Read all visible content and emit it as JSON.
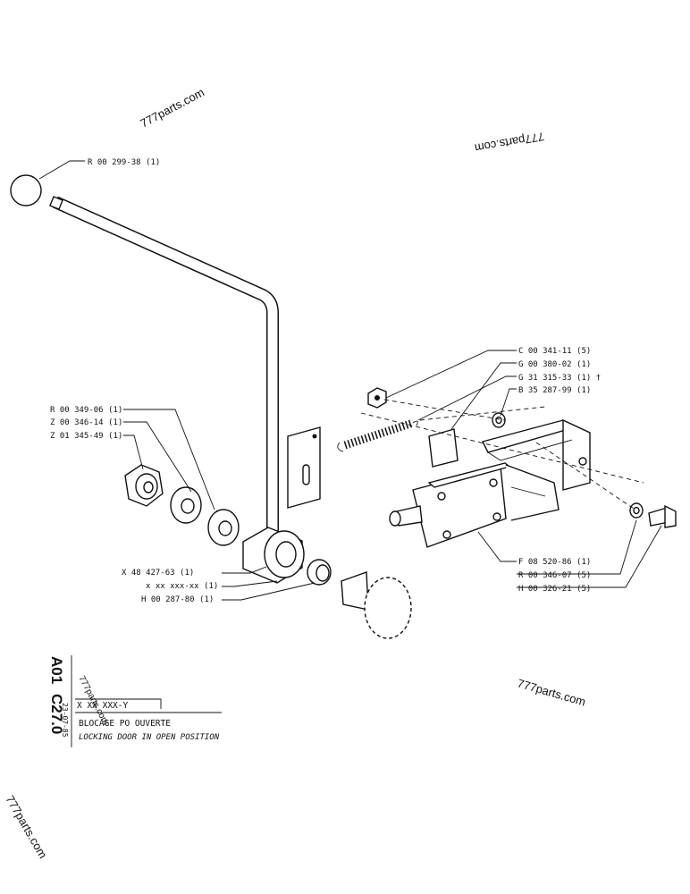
{
  "watermarks": [
    "777parts.com",
    "777parts.com",
    "777parts.com",
    "777parts.com",
    "777parts.com"
  ],
  "callouts": [
    "R 00 299-38 (1)",
    "C 00 341-11 (5)",
    "G 00 380-02 (1)",
    "G 31 315-33 (1) †",
    "B 35 287-99 (1)",
    "R 00 349-06 (1)",
    "Z 00 346-14 (1)",
    "Z 01 345-49 (1)",
    "X 48 427-63 (1)",
    "x xx xxx-xx (1)",
    "H 00 287-80 (1)",
    "F 08 520-86 (1)",
    "R 00 346-07 (5)",
    "H 00 326-21 (5)"
  ],
  "title_block": {
    "code_line1": "A01",
    "code_line2": "C27.0",
    "date": "23-07-85",
    "serial": "X XX XXX-Y",
    "title_fr": "BLOCAGE PO    OUVERTE",
    "title_en": "LOCKING DOOR IN  OPEN POSITION"
  }
}
